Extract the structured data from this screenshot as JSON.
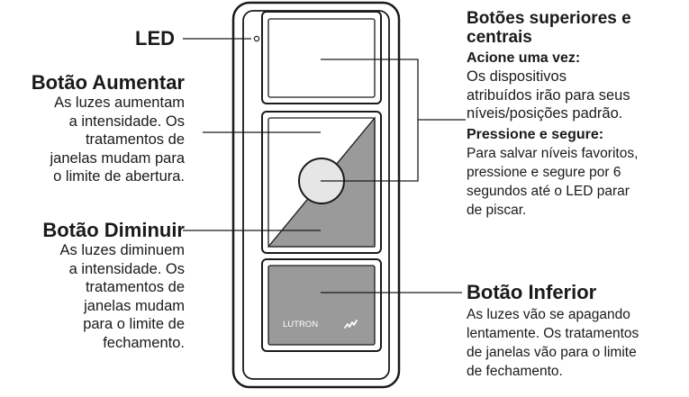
{
  "led": {
    "label": "LED"
  },
  "raise": {
    "title": "Botão Aumentar",
    "lines": [
      "As luzes aumentam",
      "a intensidade. Os",
      "tratamentos de",
      "janelas mudam para",
      "o limite de abertura."
    ]
  },
  "lower": {
    "title": "Botão Diminuir",
    "lines": [
      "As luzes diminuem",
      "a intensidade. Os",
      "tratamentos de",
      "janelas mudam",
      "para o limite de",
      "fechamento."
    ]
  },
  "top_center": {
    "title_lines": [
      "Botões superiores e",
      "centrais"
    ],
    "press_once": {
      "title": "Acione uma vez:",
      "lines": [
        "Os dispositivos",
        "atribuídos irão para seus",
        "níveis/posições padrão."
      ]
    },
    "press_hold": {
      "title": "Pressione e segure:",
      "lines": [
        "Para salvar níveis favoritos,",
        "pressione e segure por 6",
        "segundos até o LED parar",
        "de piscar."
      ]
    }
  },
  "bottom": {
    "title": "Botão Inferior",
    "lines": [
      "As luzes vão se apagando",
      "lentamente. Os tratamentos",
      "de janelas vão para o limite",
      "de fechamento."
    ]
  },
  "device": {
    "brand": "LUTRON",
    "colors": {
      "frame": "#1a1a1a",
      "button_fill": "#ffffff",
      "dark_fill": "#9a9a9a",
      "center_fill": "#e6e6e6"
    },
    "logo_icon": "wave-logo-icon"
  }
}
